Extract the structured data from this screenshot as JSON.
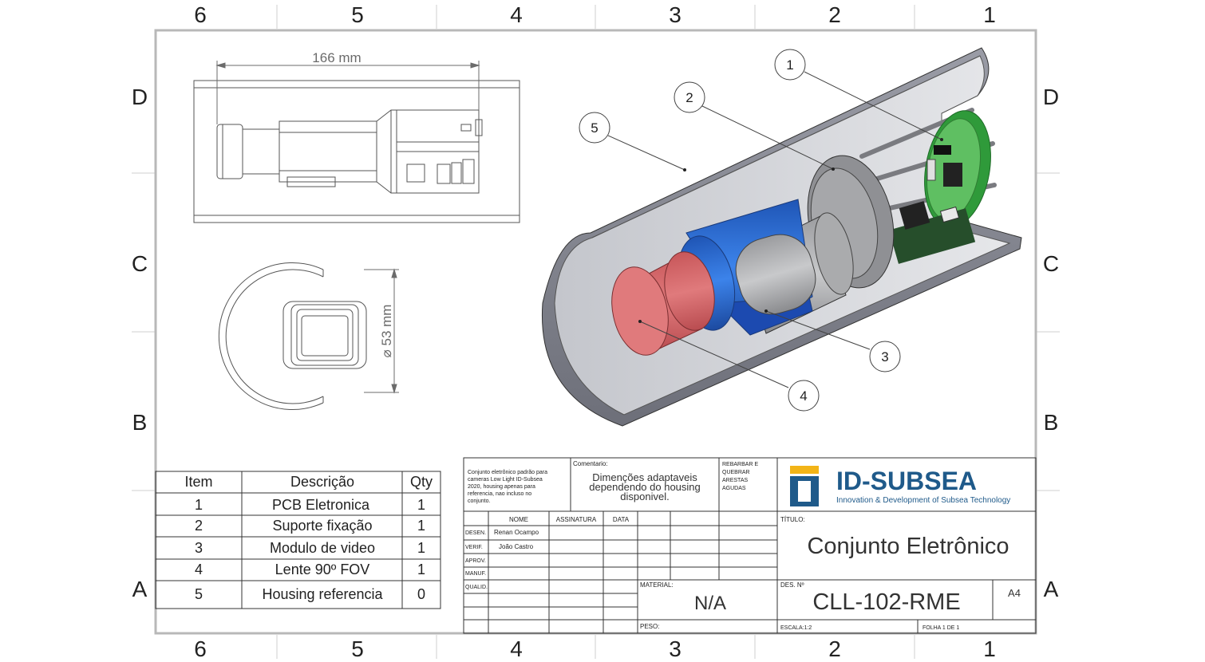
{
  "zones": {
    "columns": [
      "6",
      "5",
      "4",
      "3",
      "2",
      "1"
    ],
    "rows": [
      "D",
      "C",
      "B",
      "A"
    ]
  },
  "dimensions": {
    "length": "166 mm",
    "diameter": "⌀ 53 mm"
  },
  "callouts": [
    "1",
    "2",
    "3",
    "4",
    "5"
  ],
  "bom": {
    "headers": {
      "item": "Item",
      "description": "Descrição",
      "qty": "Qty"
    },
    "rows": [
      {
        "item": "1",
        "description": "PCB Eletronica",
        "qty": "1"
      },
      {
        "item": "2",
        "description": "Suporte fixação",
        "qty": "1"
      },
      {
        "item": "3",
        "description": "Modulo de video",
        "qty": "1"
      },
      {
        "item": "4",
        "description": "Lente 90º FOV",
        "qty": "1"
      },
      {
        "item": "5",
        "description": "Housing referencia",
        "qty": "0"
      }
    ]
  },
  "title_block": {
    "note_lines": [
      "Conjunto eletrônico padrão para",
      "cameras Low Light ID-Subsea",
      "2020, housing apenas para",
      "referencia, nao incluso no",
      "conjunto."
    ],
    "comment_label": "Comentario:",
    "comment_lines": [
      "Dimenções adaptaveis",
      "dependendo do housing",
      "disponivel."
    ],
    "deburr_lines": [
      "REBARBAR E",
      "QUEBRAR",
      "ARESTAS",
      "AGUDAS"
    ],
    "col_nome": "NOME",
    "col_assinatura": "ASSINATURA",
    "col_data": "DATA",
    "row_desen": "DESEN.",
    "row_verif": "VERIF.",
    "row_aprov": "APROV.",
    "row_manuf": "MANUF.",
    "row_qualid": "QUALID.",
    "desen_name": "Renan Ocampo",
    "verif_name": "João Castro",
    "material_label": "MATERIAL:",
    "material_value": "N/A",
    "peso_label": "PESO:",
    "titulo_label": "TÍTULO:",
    "title": "Conjunto Eletrônico",
    "desno_label": "DES. Nº",
    "drawing_number": "CLL-102-RME",
    "sheet_size": "A4",
    "escala": "ESCALA:1:2",
    "folha": "FOLHA 1 DE 1",
    "logo_name": "ID-SUBSEA",
    "logo_tagline": "Innovation & Development  of  Subsea Technology"
  },
  "colors": {
    "housing": "#8c8e98",
    "lens_red": "#d9686a",
    "module_blue": "#2b6fd6",
    "pcb_green": "#2f9a3a",
    "logo_blue": "#1f5a8a",
    "logo_yellow": "#f2b417"
  }
}
